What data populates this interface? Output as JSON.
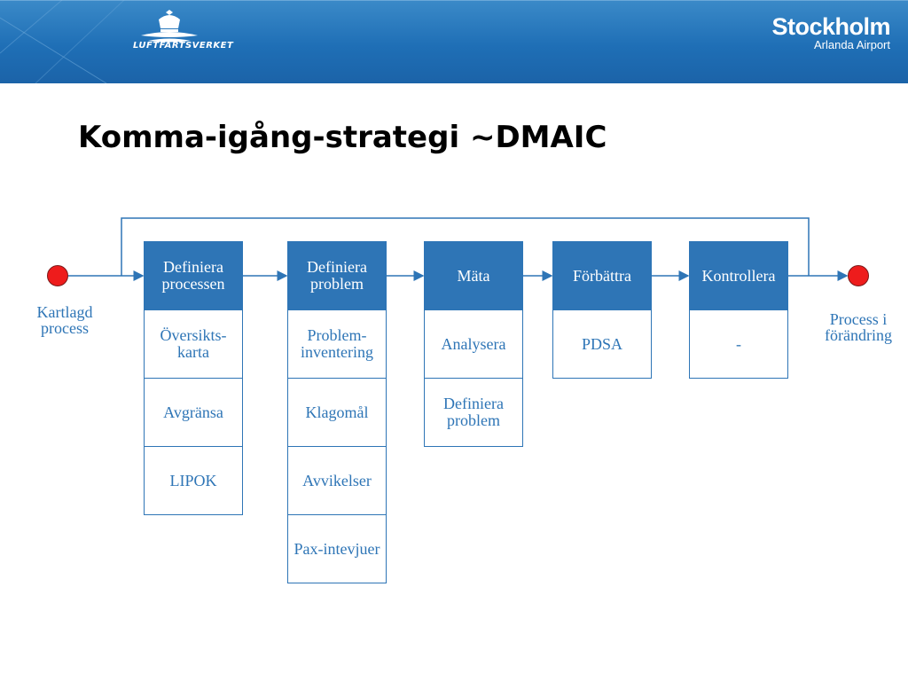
{
  "header": {
    "left_logo": {
      "name": "lfv-crown-logo",
      "text": "LUFTFARTSVERKET"
    },
    "right_logo": {
      "city": "Stockholm",
      "airport": "Arlanda Airport"
    }
  },
  "slide": {
    "title": "Komma-igång-strategi ~DMAIC"
  },
  "diagram": {
    "start": {
      "label": "Kartlagd process"
    },
    "end": {
      "label": "Process i förändring"
    },
    "colors": {
      "box_fill": "#2e75b6",
      "line": "#2e75b6",
      "endpoint": "#ee1c1c"
    },
    "columns": [
      {
        "header": "Definiera processen",
        "items": [
          "Översikts-karta",
          "Avgränsa",
          "LIPOK"
        ]
      },
      {
        "header": "Definiera problem",
        "items": [
          "Problem-inventering",
          "Klagomål",
          "Avvikelser",
          "Pax-intevjuer"
        ]
      },
      {
        "header": "Mäta",
        "items": [
          "Analysera",
          "Definiera problem"
        ]
      },
      {
        "header": "Förbättra",
        "items": [
          "PDSA"
        ]
      },
      {
        "header": "Kontrollera",
        "items": [
          "-"
        ]
      }
    ]
  }
}
